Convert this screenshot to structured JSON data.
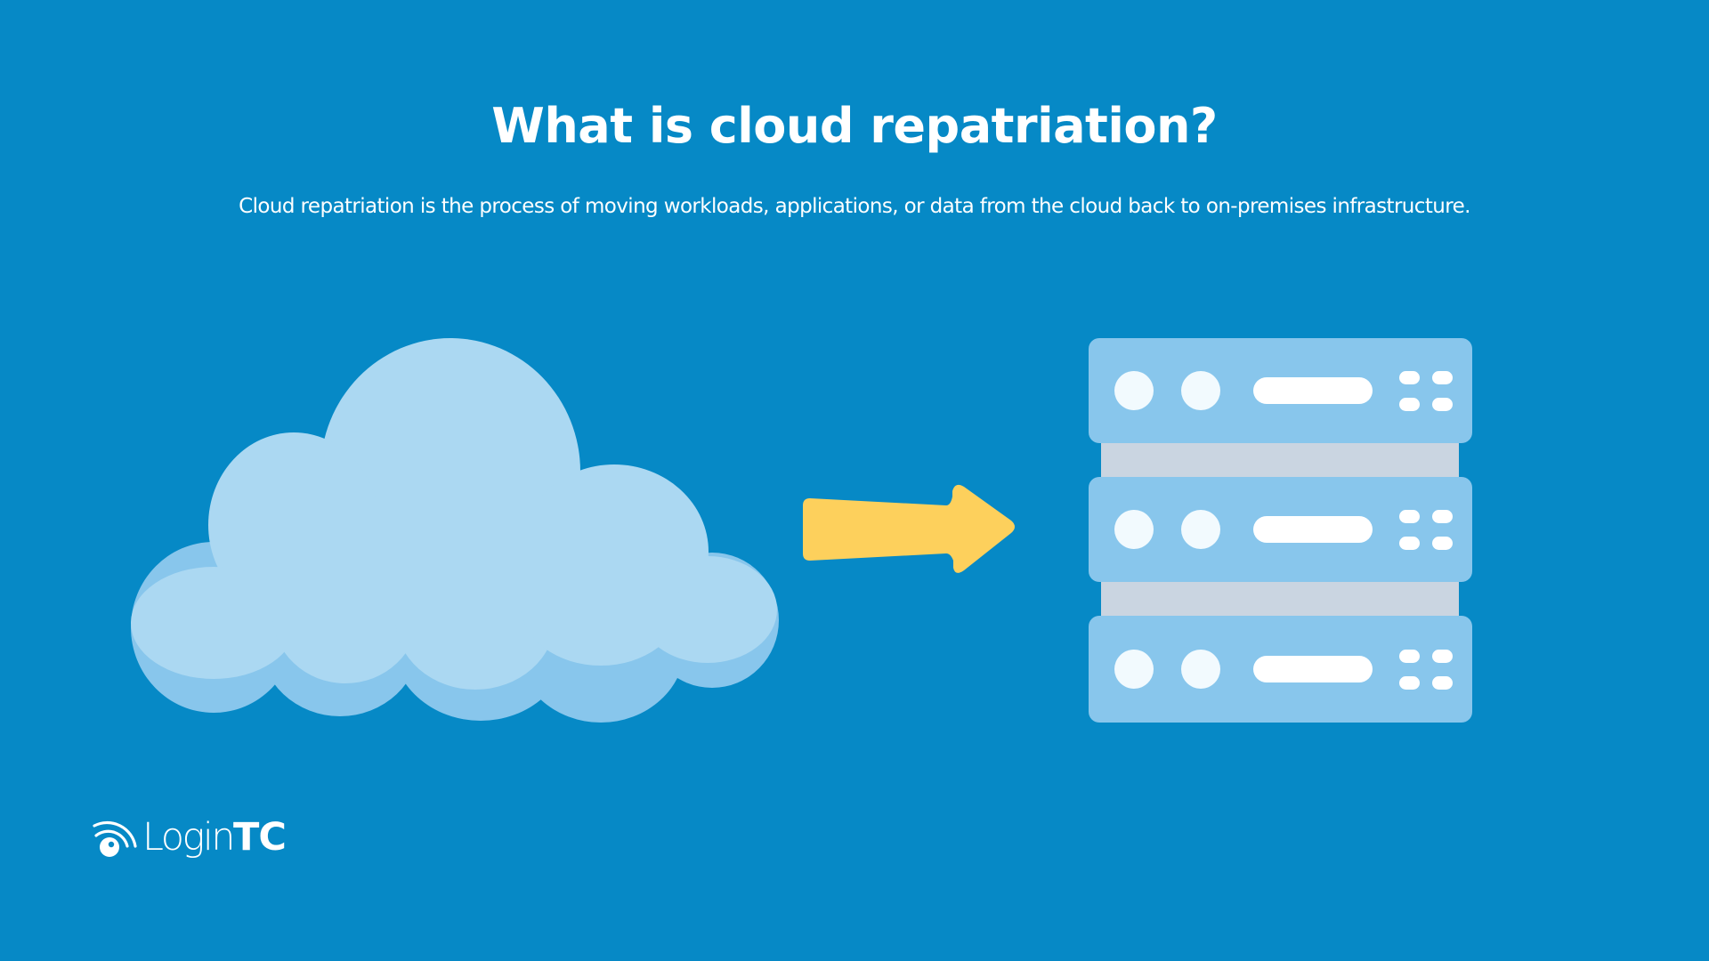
{
  "header": {
    "title": "What is cloud repatriation?",
    "subtitle": "Cloud repatriation is the process of moving workloads, applications, or data from the cloud back to on-premises infrastructure."
  },
  "illustration": {
    "source_icon": "cloud-icon",
    "direction_icon": "arrow-right-icon",
    "target_icon": "server-rack-icon",
    "server_units": 3
  },
  "brand": {
    "logo_icon": "logintc-signal-icon",
    "name_light": "Login",
    "name_bold": "TC"
  },
  "colors": {
    "background": "#0689C6",
    "cloud_light": "#ABD8F2",
    "cloud_shadow": "#88C6EC",
    "server_body": "#88C6EC",
    "server_connector": "#CAD5E1",
    "server_lights": "#F2FAFE",
    "arrow": "#FDD05C",
    "text": "#FFFFFF"
  }
}
